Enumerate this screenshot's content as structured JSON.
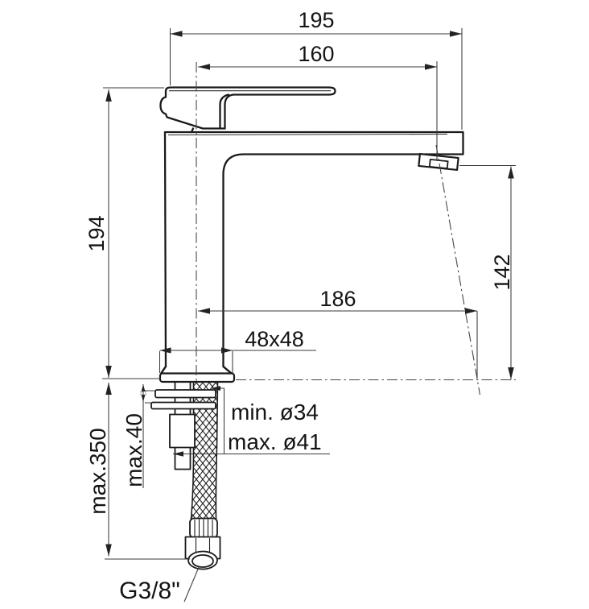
{
  "drawing": {
    "type": "faucet-installation-dimensions",
    "background": "#ffffff",
    "line_color": "#1b1b1b",
    "labels": {
      "width_total": "195",
      "spout_reach": "160",
      "height_body": "194",
      "height_outlet": "142",
      "stream_reach": "186",
      "base_plate": "48x48",
      "hole_min": "min. ø34",
      "hole_max": "max. ø41",
      "counter_max": "max.40",
      "hose_max": "max.350",
      "thread": "G3/8\""
    }
  }
}
